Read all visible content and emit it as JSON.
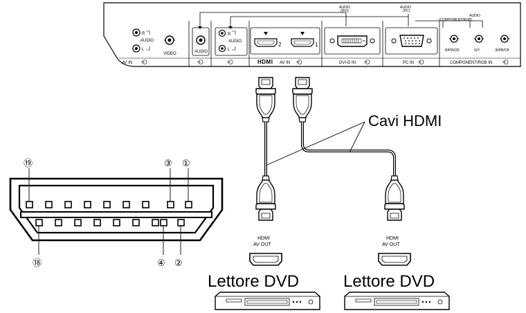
{
  "panel": {
    "audio_bus_labels": {
      "dvi": [
        "AUDIO",
        "(DVI)"
      ],
      "pc": [
        "AUDIO",
        "(PC)"
      ],
      "component": [
        "AUDIO",
        "(COMPONENT/RGB)"
      ]
    },
    "av_in_jacks": {
      "r": "R",
      "l": "L",
      "audio": "AUDIO",
      "video": "VIDEO",
      "section_label": "AV IN"
    },
    "audio_out": {
      "label": "AUDIO"
    },
    "audio_in2": {
      "r": "R",
      "l": "L",
      "audio": "AUDIO"
    },
    "hdmi": {
      "port_numbers": [
        "2",
        "1"
      ],
      "logo": "HDMI",
      "section_label": "AV IN"
    },
    "dvi": {
      "label": "DVI-D IN"
    },
    "pc": {
      "label": "PC IN"
    },
    "component": {
      "jacks": [
        "R/PR/CR",
        "G/Y",
        "B/PB/CB"
      ],
      "section_label": "COMPONENT/RGB IN"
    }
  },
  "cables": {
    "label": "Cavi HDMI"
  },
  "connector_pins": {
    "top_left": "⑲",
    "top_mid": "③",
    "top_right": "①",
    "bottom_left": "⑱",
    "bottom_mid": "④",
    "bottom_right": "②"
  },
  "devices": [
    {
      "port_label": [
        "HDMI",
        "AV OUT"
      ],
      "name": "Lettore DVD"
    },
    {
      "port_label": [
        "HDMI",
        "AV OUT"
      ],
      "name": "Lettore DVD"
    }
  ],
  "icons": [
    "input-arrow-icon",
    "rca-jack-icon",
    "hdmi-port-icon",
    "dvi-port-icon",
    "vga-port-icon",
    "hdmi-plug-icon",
    "dvd-player-icon"
  ]
}
